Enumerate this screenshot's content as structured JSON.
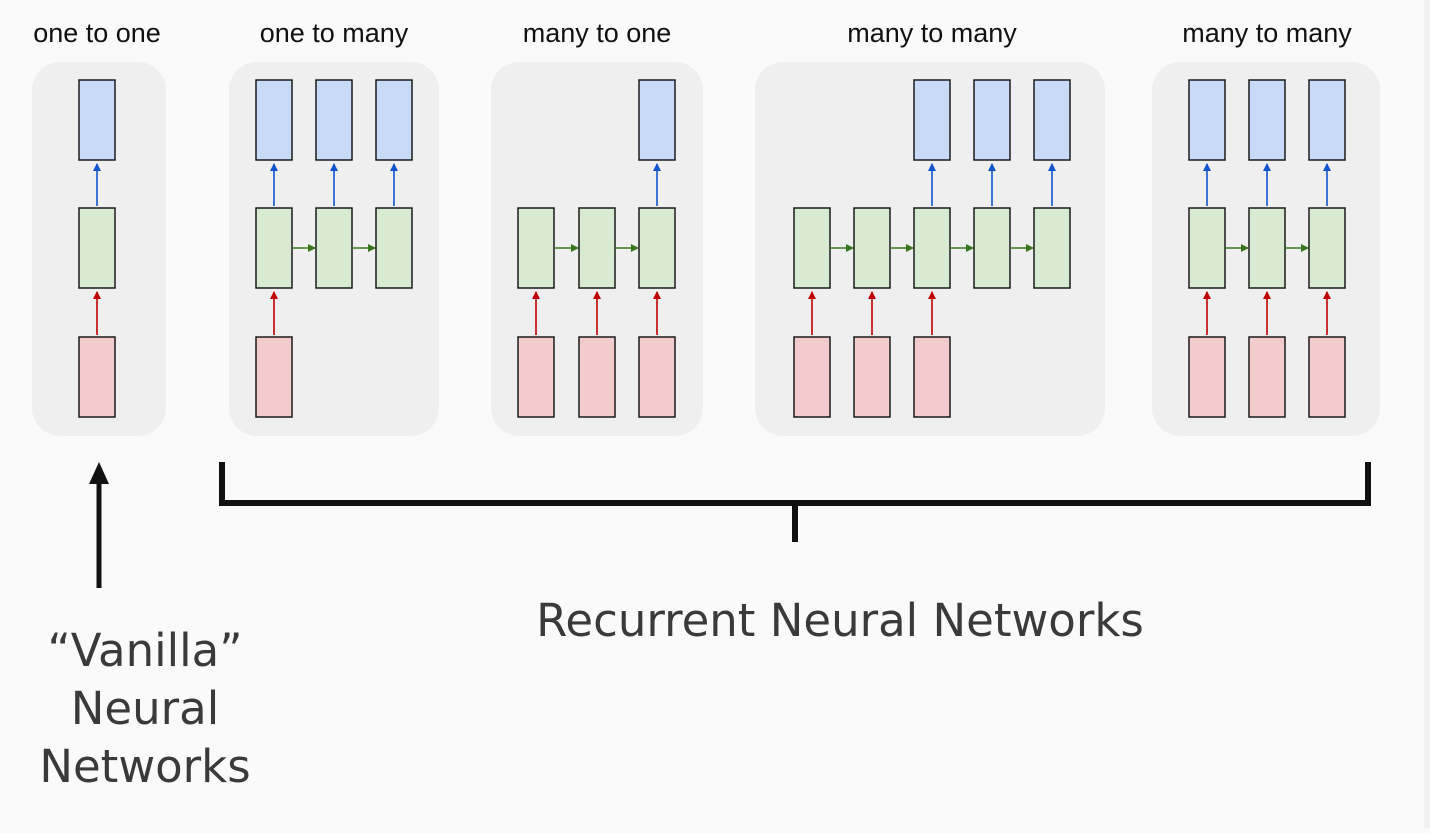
{
  "diagram": {
    "panels": [
      {
        "title": "one to one",
        "inputs": [
          0
        ],
        "hidden": [
          0
        ],
        "outputs": [
          0
        ]
      },
      {
        "title": "one to many",
        "inputs": [
          0
        ],
        "hidden": [
          0,
          1,
          2
        ],
        "outputs": [
          0,
          1,
          2
        ]
      },
      {
        "title": "many to one",
        "inputs": [
          0,
          1,
          2
        ],
        "hidden": [
          0,
          1,
          2
        ],
        "outputs": [
          2
        ]
      },
      {
        "title": "many to many",
        "inputs": [
          0,
          1,
          2
        ],
        "hidden": [
          0,
          1,
          2,
          3,
          4
        ],
        "outputs": [
          2,
          3,
          4
        ]
      },
      {
        "title": "many to many",
        "inputs": [
          0,
          1,
          2
        ],
        "hidden": [
          0,
          1,
          2
        ],
        "outputs": [
          0,
          1,
          2
        ]
      }
    ],
    "vanilla_label": [
      "“Vanilla”",
      "Neural",
      "Networks"
    ],
    "rnn_label": "Recurrent Neural Networks",
    "colors": {
      "panel": "#efefef",
      "input_fill": "#f2cccc",
      "hidden_fill": "#d9ead3",
      "output_fill": "#c9daf8",
      "box_stroke": "#1a1a1a",
      "input_arrow": "#c00000",
      "hidden_arrow": "#38761d",
      "output_arrow": "#1155cc",
      "bracket": "#111111"
    }
  }
}
